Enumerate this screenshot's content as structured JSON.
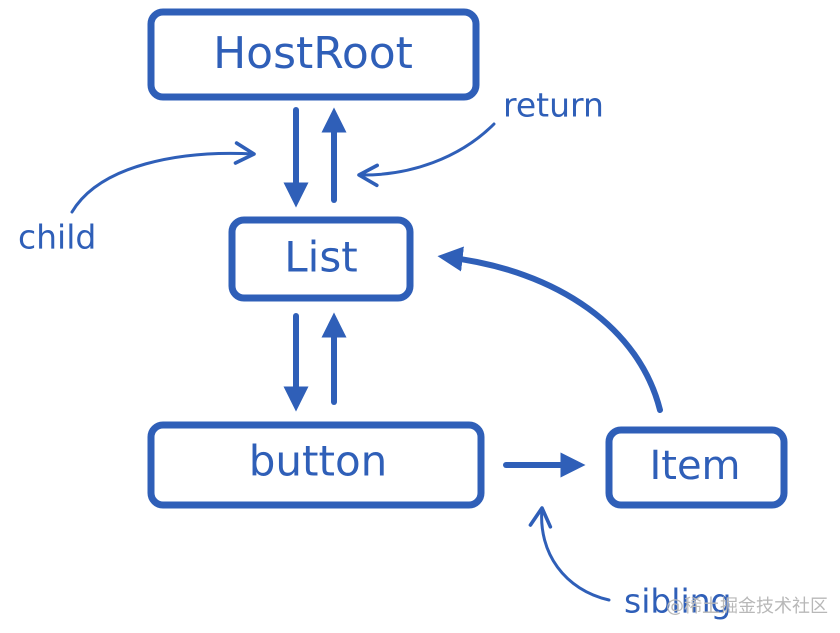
{
  "colors": {
    "ink": "#2f5fb8",
    "background": "#ffffff",
    "watermark": "#b8b8b8"
  },
  "nodes": {
    "hostroot": "HostRoot",
    "list": "List",
    "button": "button",
    "item": "Item"
  },
  "labels": {
    "child": "child",
    "return": "return",
    "sibling": "sibling"
  },
  "watermark": "@稀土掘金技术社区"
}
